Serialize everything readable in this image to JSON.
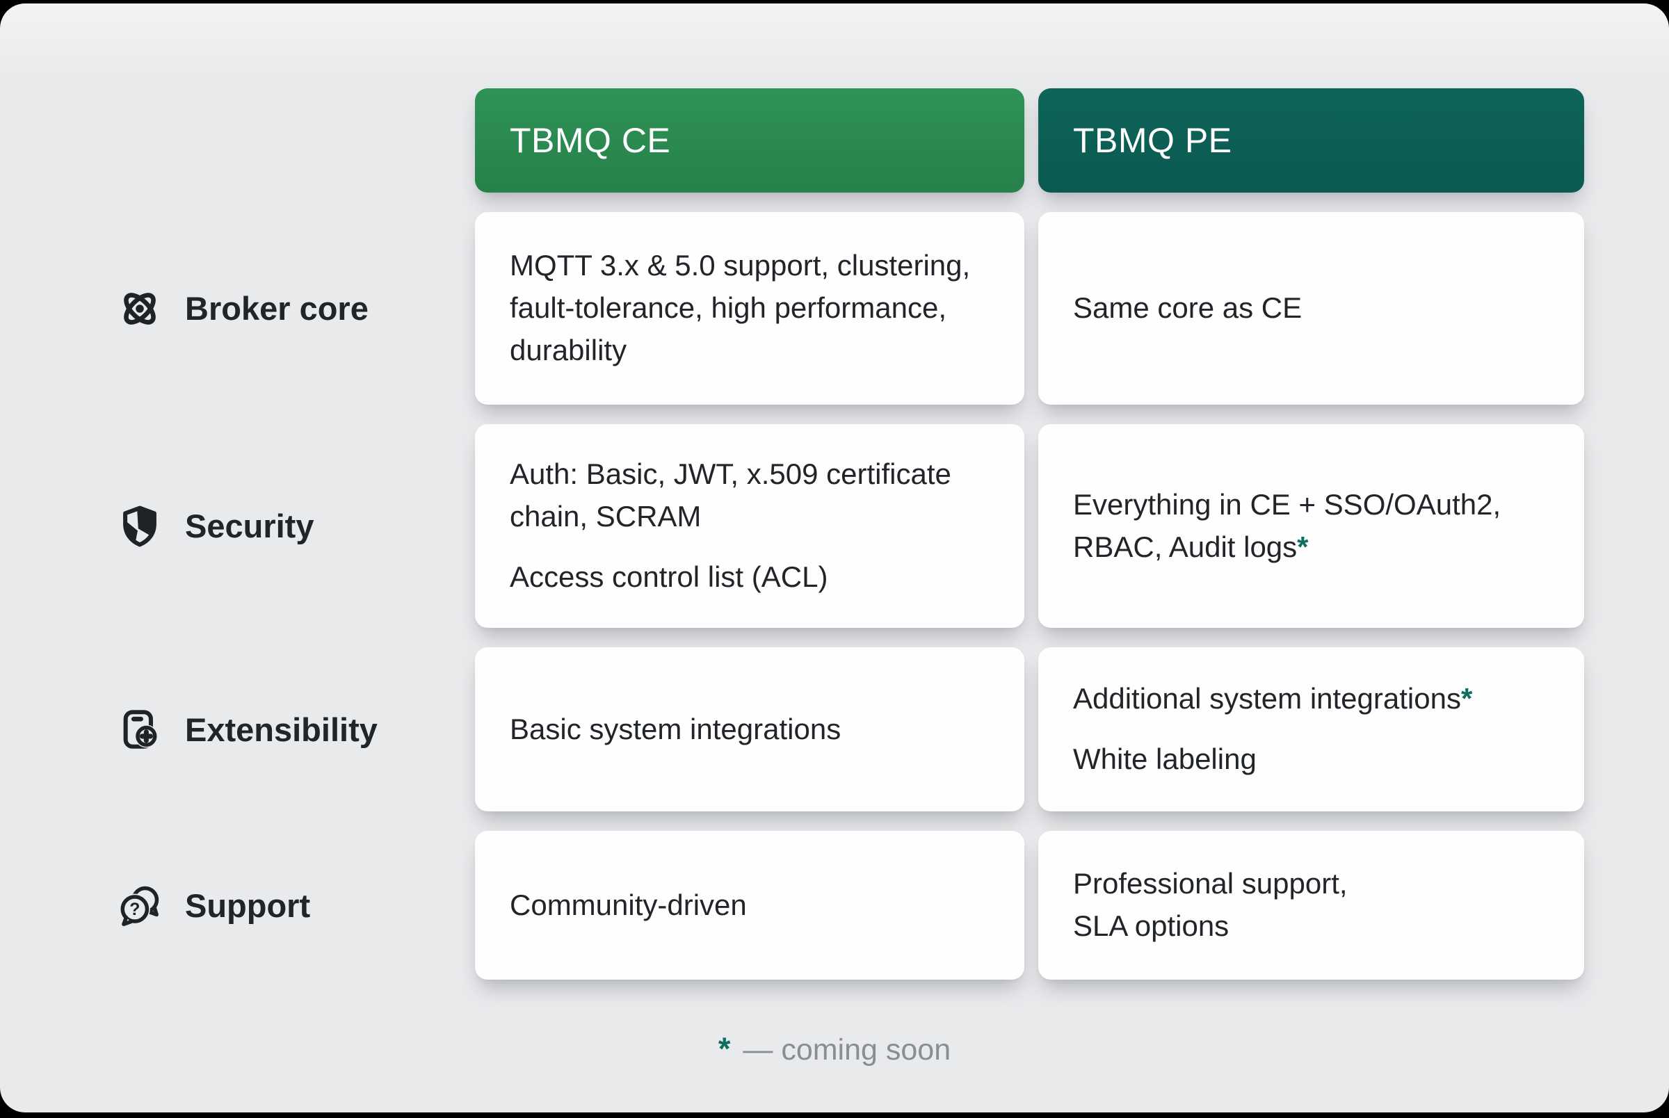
{
  "columns": [
    {
      "label": "TBMQ CE"
    },
    {
      "label": "TBMQ PE"
    }
  ],
  "rows": [
    {
      "label": "Broker core",
      "icon": "atom-icon",
      "ce": [
        {
          "text": "MQTT 3.x & 5.0 support, clustering, fault-tolerance, high performance, durability"
        }
      ],
      "pe": [
        {
          "text": "Same core as CE"
        }
      ]
    },
    {
      "label": "Security",
      "icon": "shield-icon",
      "ce": [
        {
          "text": "Auth: Basic, JWT, x.509 certificate chain, SCRAM"
        },
        {
          "text": "Access control list (ACL)"
        }
      ],
      "pe": [
        {
          "text": "Everything in CE + SSO/OAuth2, RBAC, Audit logs",
          "mark": "*"
        }
      ]
    },
    {
      "label": "Extensibility",
      "icon": "device-plus-icon",
      "ce": [
        {
          "text": "Basic system integrations"
        }
      ],
      "pe": [
        {
          "text": "Additional system integrations",
          "mark": "*"
        },
        {
          "text": "White labeling"
        }
      ]
    },
    {
      "label": "Support",
      "icon": "chat-question-icon",
      "ce": [
        {
          "text": "Community-driven"
        }
      ],
      "pe": [
        {
          "text": "Professional support,\nSLA options"
        }
      ]
    }
  ],
  "footnote": {
    "symbol": "*",
    "text": "— coming soon"
  },
  "colors": {
    "frame": "#000000",
    "panel-bg": "#E9EAEC",
    "panel-top": "#F2F3F4",
    "card-bg": "#FEFEFE",
    "ink": "#212429",
    "icon": "#1F2226",
    "muted": "#8A8D91",
    "accent": "#0C6E5F",
    "ce-top": "#2F9357",
    "ce-bottom": "#26814A",
    "pe-top": "#0E6459",
    "pe-bottom": "#0A5A50",
    "header-text": "#FFFFFF"
  }
}
